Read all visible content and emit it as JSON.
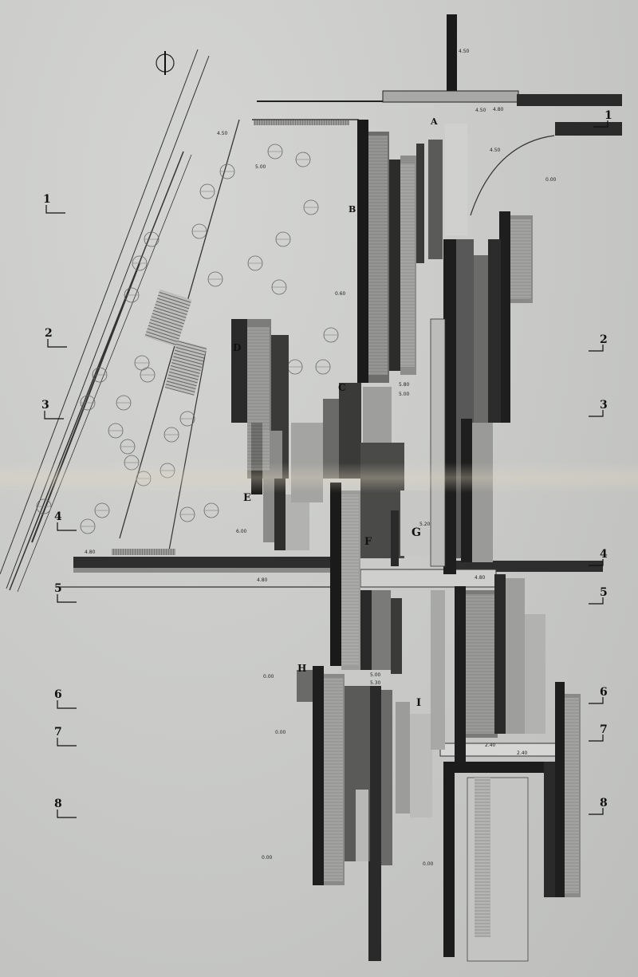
{
  "building_labels": [
    {
      "id": "A",
      "text": "A"
    },
    {
      "id": "B",
      "text": "B"
    },
    {
      "id": "C",
      "text": "C"
    },
    {
      "id": "D",
      "text": "D"
    },
    {
      "id": "E",
      "text": "E"
    },
    {
      "id": "F",
      "text": "F"
    },
    {
      "id": "G",
      "text": "G"
    },
    {
      "id": "H",
      "text": "H"
    },
    {
      "id": "I",
      "text": "I"
    }
  ],
  "section_markers_left": [
    "1",
    "2",
    "3",
    "4",
    "5",
    "6",
    "7",
    "8"
  ],
  "section_markers_right": [
    "1",
    "2",
    "3",
    "4",
    "5",
    "6",
    "7",
    "8"
  ],
  "elevation_labels": {
    "top_tower": "4.50",
    "top_road": "4.80",
    "top_right": "4.50",
    "upper_left": "4.50",
    "garden": "5.00",
    "right_plaza": "0.00",
    "mid_left": "0.60",
    "cross_left": "4.80",
    "cross_mid": "4.80",
    "cross_right": "4.80",
    "lower_left_1": "0.00",
    "lower_left_2": "0.00",
    "lower_mid": "5.00",
    "lower_mid_2": "5.30",
    "lower_right": "2.40",
    "lower_right_2": "2.40",
    "bottom_left": "0.00",
    "bottom_mid": "0.00",
    "block_g": "5.20",
    "block_c": "5.80",
    "block_c2": "5.00",
    "block_a": "4.50",
    "block_e": "6.00"
  },
  "colors": {
    "paper": "#c9cac8",
    "ink": "#111111",
    "dark_block": "#262626",
    "mid_block": "#6a6a6a",
    "light_block": "#a3a3a2"
  }
}
